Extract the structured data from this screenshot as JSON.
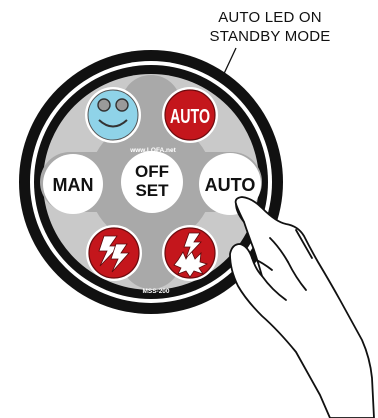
{
  "callout": {
    "line1": "AUTO LED ON",
    "line2": "STANDBY MODE"
  },
  "panel": {
    "website": "www.LOFA.net",
    "model": "MSS-200",
    "buttons": {
      "status": "smiley-face-icon",
      "auto_led": "AUTO",
      "manual": "MAN",
      "offset_line1": "OFF",
      "offset_line2": "SET",
      "auto": "AUTO",
      "alarm_left": "lightning-icon",
      "alarm_right": "lightning-burst-icon"
    }
  },
  "colors": {
    "ring": "#111111",
    "panel": "#b7b7b7",
    "button_white": "#ffffff",
    "auto_red": "#c4161c",
    "alarm_red": "#c4161c",
    "smiley_blue": "#8fd3e8",
    "text": "#111111"
  }
}
